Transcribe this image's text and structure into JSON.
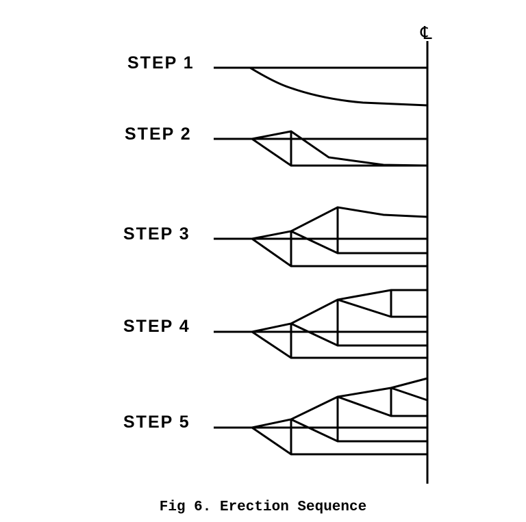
{
  "figure": {
    "centerline_symbol": "℄",
    "caption": "Fig 6. Erection Sequence"
  },
  "steps": [
    {
      "label": "STEP 1"
    },
    {
      "label": "STEP 2"
    },
    {
      "label": "STEP 3"
    },
    {
      "label": "STEP 4"
    },
    {
      "label": "STEP 5"
    }
  ]
}
